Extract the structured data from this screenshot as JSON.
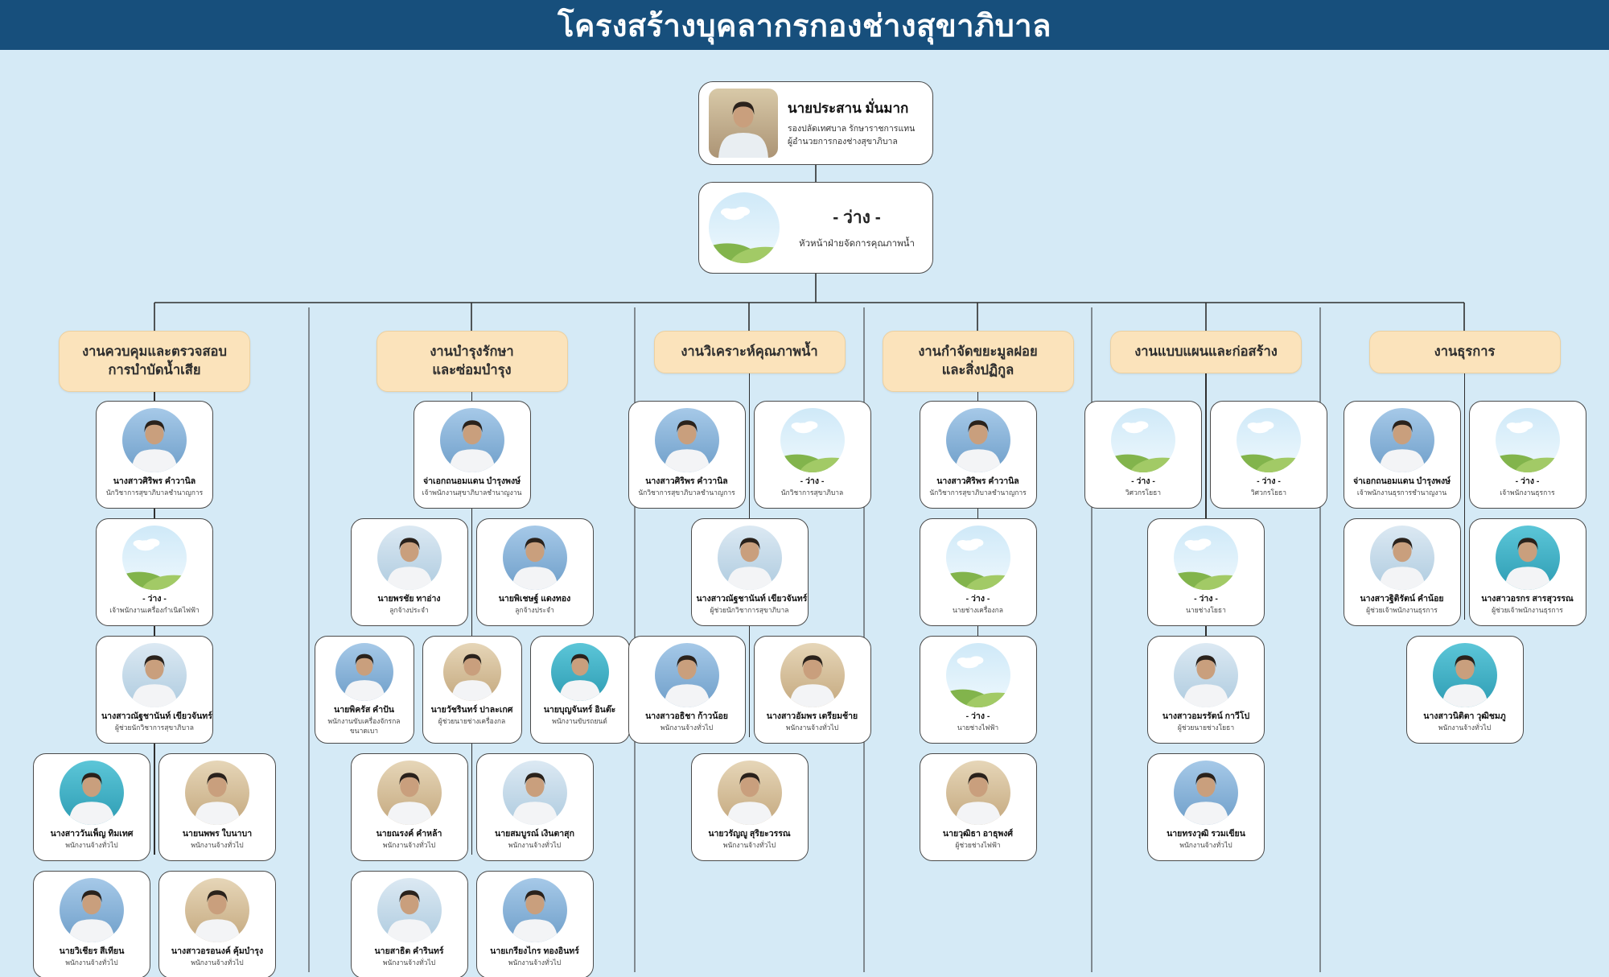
{
  "title": "โครงสร้างบุคลากรกองช่างสุขาภิบาล",
  "colors": {
    "titlebar": "#174f7c",
    "background": "#d5eaf6",
    "branch_header_bg": "#fbe3bb",
    "card_border": "#4a4a4a",
    "placeholder_hill": "#8cba54",
    "placeholder_sky": "#cfe9f8"
  },
  "director": {
    "name": "นายประสาน มั่นมาก",
    "role1": "รองปลัดเทศบาล รักษาราชการแทน",
    "role2": "ผู้อำนวยการกองช่างสุขาภิบาล",
    "avatar": "portrait-director"
  },
  "deputy": {
    "name": "- ว่าง -",
    "role": "หัวหน้าฝ่ายจัดการคุณภาพน้ำ",
    "avatar": "placeholder"
  },
  "columns": [
    {
      "header": "งานควบคุมและตรวจสอบ\nการบำบัดน้ำเสีย",
      "rows": [
        [
          {
            "name": "นางสาวศิริพร คำวานิล",
            "role": "นักวิชาการสุขาภิบาลชำนาญการ",
            "avatar": "portrait-blue"
          }
        ],
        [
          {
            "name": "- ว่าง -",
            "role": "เจ้าพนักงานเครื่องกำเนิดไฟฟ้า",
            "avatar": "placeholder"
          }
        ],
        [
          {
            "name": "นางสาวณัฐชานันท์ เขียวจันทร์",
            "role": "ผู้ช่วยนักวิชาการสุขาภิบาล",
            "avatar": "portrait-light"
          }
        ],
        [
          {
            "name": "นางสาววันเพ็ญ ทิมเทศ",
            "role": "พนักงานจ้างทั่วไป",
            "avatar": "portrait-teal"
          },
          {
            "name": "นายนพพร ใบนาบา",
            "role": "พนักงานจ้างทั่วไป",
            "avatar": "portrait-tan"
          }
        ],
        [
          {
            "name": "นายวิเชียร สีเทียน",
            "role": "พนักงานจ้างทั่วไป",
            "avatar": "portrait-blue"
          },
          {
            "name": "นางสาวอรอนงค์ คุ้มบำรุง",
            "role": "พนักงานจ้างทั่วไป",
            "avatar": "portrait-tan"
          }
        ]
      ]
    },
    {
      "header": "งานบำรุงรักษา\nและซ่อมบำรุง",
      "rows": [
        [
          {
            "name": "จ่าเอกถนอมแดน บำรุงพงษ์",
            "role": "เจ้าพนักงานสุขาภิบาลชำนาญงาน",
            "avatar": "portrait-blue"
          }
        ],
        [
          {
            "name": "นายพรชัย ทาอ่าง",
            "role": "ลูกจ้างประจำ",
            "avatar": "portrait-light"
          },
          {
            "name": "นายพิเชษฐ์ แดงทอง",
            "role": "ลูกจ้างประจำ",
            "avatar": "portrait-blue"
          }
        ],
        [
          {
            "name": "นายพิครัส คำปัน",
            "role": "พนักงานขับเครื่องจักรกลขนาดเบา",
            "avatar": "portrait-blue"
          },
          {
            "name": "นายวัชรินทร์ ปาละเกศ",
            "role": "ผู้ช่วยนายช่างเครื่องกล",
            "avatar": "portrait-tan"
          },
          {
            "name": "นายบุญจันทร์ อินต๊ะ",
            "role": "พนักงานขับรถยนต์",
            "avatar": "portrait-teal"
          }
        ],
        [
          {
            "name": "นายณรงค์ คำหล้า",
            "role": "พนักงานจ้างทั่วไป",
            "avatar": "portrait-tan"
          },
          {
            "name": "นายสมบูรณ์ เงินตาสุก",
            "role": "พนักงานจ้างทั่วไป",
            "avatar": "portrait-light"
          }
        ],
        [
          {
            "name": "นายสาธิต คำรินทร์",
            "role": "พนักงานจ้างทั่วไป",
            "avatar": "portrait-light"
          },
          {
            "name": "นายเกรียงไกร ทองอินทร์",
            "role": "พนักงานจ้างทั่วไป",
            "avatar": "portrait-blue"
          }
        ]
      ]
    },
    {
      "header": "งานวิเคราะห์คุณภาพน้ำ",
      "rows": [
        [
          {
            "name": "นางสาวศิริพร คำวานิล",
            "role": "นักวิชาการสุขาภิบาลชำนาญการ",
            "avatar": "portrait-blue"
          },
          {
            "name": "- ว่าง -",
            "role": "นักวิชาการสุขาภิบาล",
            "avatar": "placeholder"
          }
        ],
        [
          {
            "name": "นางสาวณัฐชานันท์ เขียวจันทร์",
            "role": "ผู้ช่วยนักวิชาการสุขาภิบาล",
            "avatar": "portrait-light"
          }
        ],
        [
          {
            "name": "นางสาวอธิชา ก้าวน้อย",
            "role": "พนักงานจ้างทั่วไป",
            "avatar": "portrait-blue"
          },
          {
            "name": "นางสาวอัมพร เตรียมช้าย",
            "role": "พนักงานจ้างทั่วไป",
            "avatar": "portrait-tan"
          }
        ],
        [
          {
            "name": "นายวรัญญู สุริยะวรรณ",
            "role": "พนักงานจ้างทั่วไป",
            "avatar": "portrait-tan"
          }
        ]
      ]
    },
    {
      "header": "งานกำจัดขยะมูลฝอย\nและสิ่งปฏิกูล",
      "rows": [
        [
          {
            "name": "นางสาวศิริพร คำวานิล",
            "role": "นักวิชาการสุขาภิบาลชำนาญการ",
            "avatar": "portrait-blue"
          }
        ],
        [
          {
            "name": "- ว่าง -",
            "role": "นายช่างเครื่องกล",
            "avatar": "placeholder"
          }
        ],
        [
          {
            "name": "- ว่าง -",
            "role": "นายช่างไฟฟ้า",
            "avatar": "placeholder"
          }
        ],
        [
          {
            "name": "นายวุฒิธา อาธุพงศ์",
            "role": "ผู้ช่วยช่างไฟฟ้า",
            "avatar": "portrait-tan"
          }
        ]
      ]
    },
    {
      "header": "งานแบบแผนและก่อสร้าง",
      "rows": [
        [
          {
            "name": "- ว่าง -",
            "role": "วิศวกรโยธา",
            "avatar": "placeholder"
          },
          {
            "name": "- ว่าง -",
            "role": "วิศวกรโยธา",
            "avatar": "placeholder"
          }
        ],
        [
          {
            "name": "- ว่าง -",
            "role": "นายช่างโยธา",
            "avatar": "placeholder"
          }
        ],
        [
          {
            "name": "นางสาวอมรรัตน์ กาวีโป",
            "role": "ผู้ช่วยนายช่างโยธา",
            "avatar": "portrait-light"
          }
        ],
        [
          {
            "name": "นายทรงวุฒิ รวมเขียน",
            "role": "พนักงานจ้างทั่วไป",
            "avatar": "portrait-blue"
          }
        ]
      ]
    },
    {
      "header": "งานธุรการ",
      "rows": [
        [
          {
            "name": "จ่าเอกถนอมแดน บำรุงพงษ์",
            "role": "เจ้าพนักงานธุรการชำนาญงาน",
            "avatar": "portrait-blue"
          },
          {
            "name": "- ว่าง -",
            "role": "เจ้าพนักงานธุรการ",
            "avatar": "placeholder"
          }
        ],
        [
          {
            "name": "นางสาวฐิติรัตน์ คำน้อย",
            "role": "ผู้ช่วยเจ้าพนักงานธุรการ",
            "avatar": "portrait-light"
          },
          {
            "name": "นางสาวอรกร สารสุวรรณ",
            "role": "ผู้ช่วยเจ้าพนักงานธุรการ",
            "avatar": "portrait-teal"
          }
        ],
        [
          {
            "name": "นางสาวนิติตา วุฒิชมภู",
            "role": "พนักงานจ้างทั่วไป",
            "avatar": "portrait-teal"
          }
        ]
      ]
    }
  ]
}
